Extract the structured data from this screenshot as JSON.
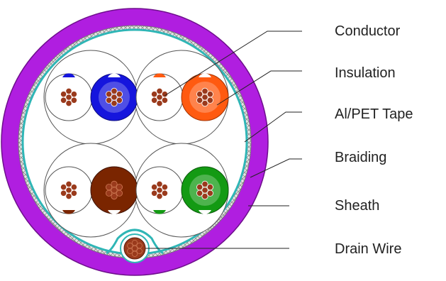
{
  "labels": [
    {
      "id": "conductor",
      "text": "Conductor"
    },
    {
      "id": "insulation",
      "text": "Insulation"
    },
    {
      "id": "tape",
      "text": "Al/PET Tape"
    },
    {
      "id": "braiding",
      "text": "Braiding"
    },
    {
      "id": "sheath",
      "text": "Sheath"
    },
    {
      "id": "drain",
      "text": "Drain Wire"
    }
  ],
  "colors": {
    "sheath": "#b01ee0",
    "sheath_edge": "#7a1299",
    "braid": "#cfcfcf",
    "tape": "#2fb6b6",
    "copper": "#9a3a1c",
    "pair1_colored": "#1515dd",
    "pair2_colored": "#ff5a10",
    "pair3_colored": "#7a2500",
    "pair4_colored": "#139a13"
  }
}
